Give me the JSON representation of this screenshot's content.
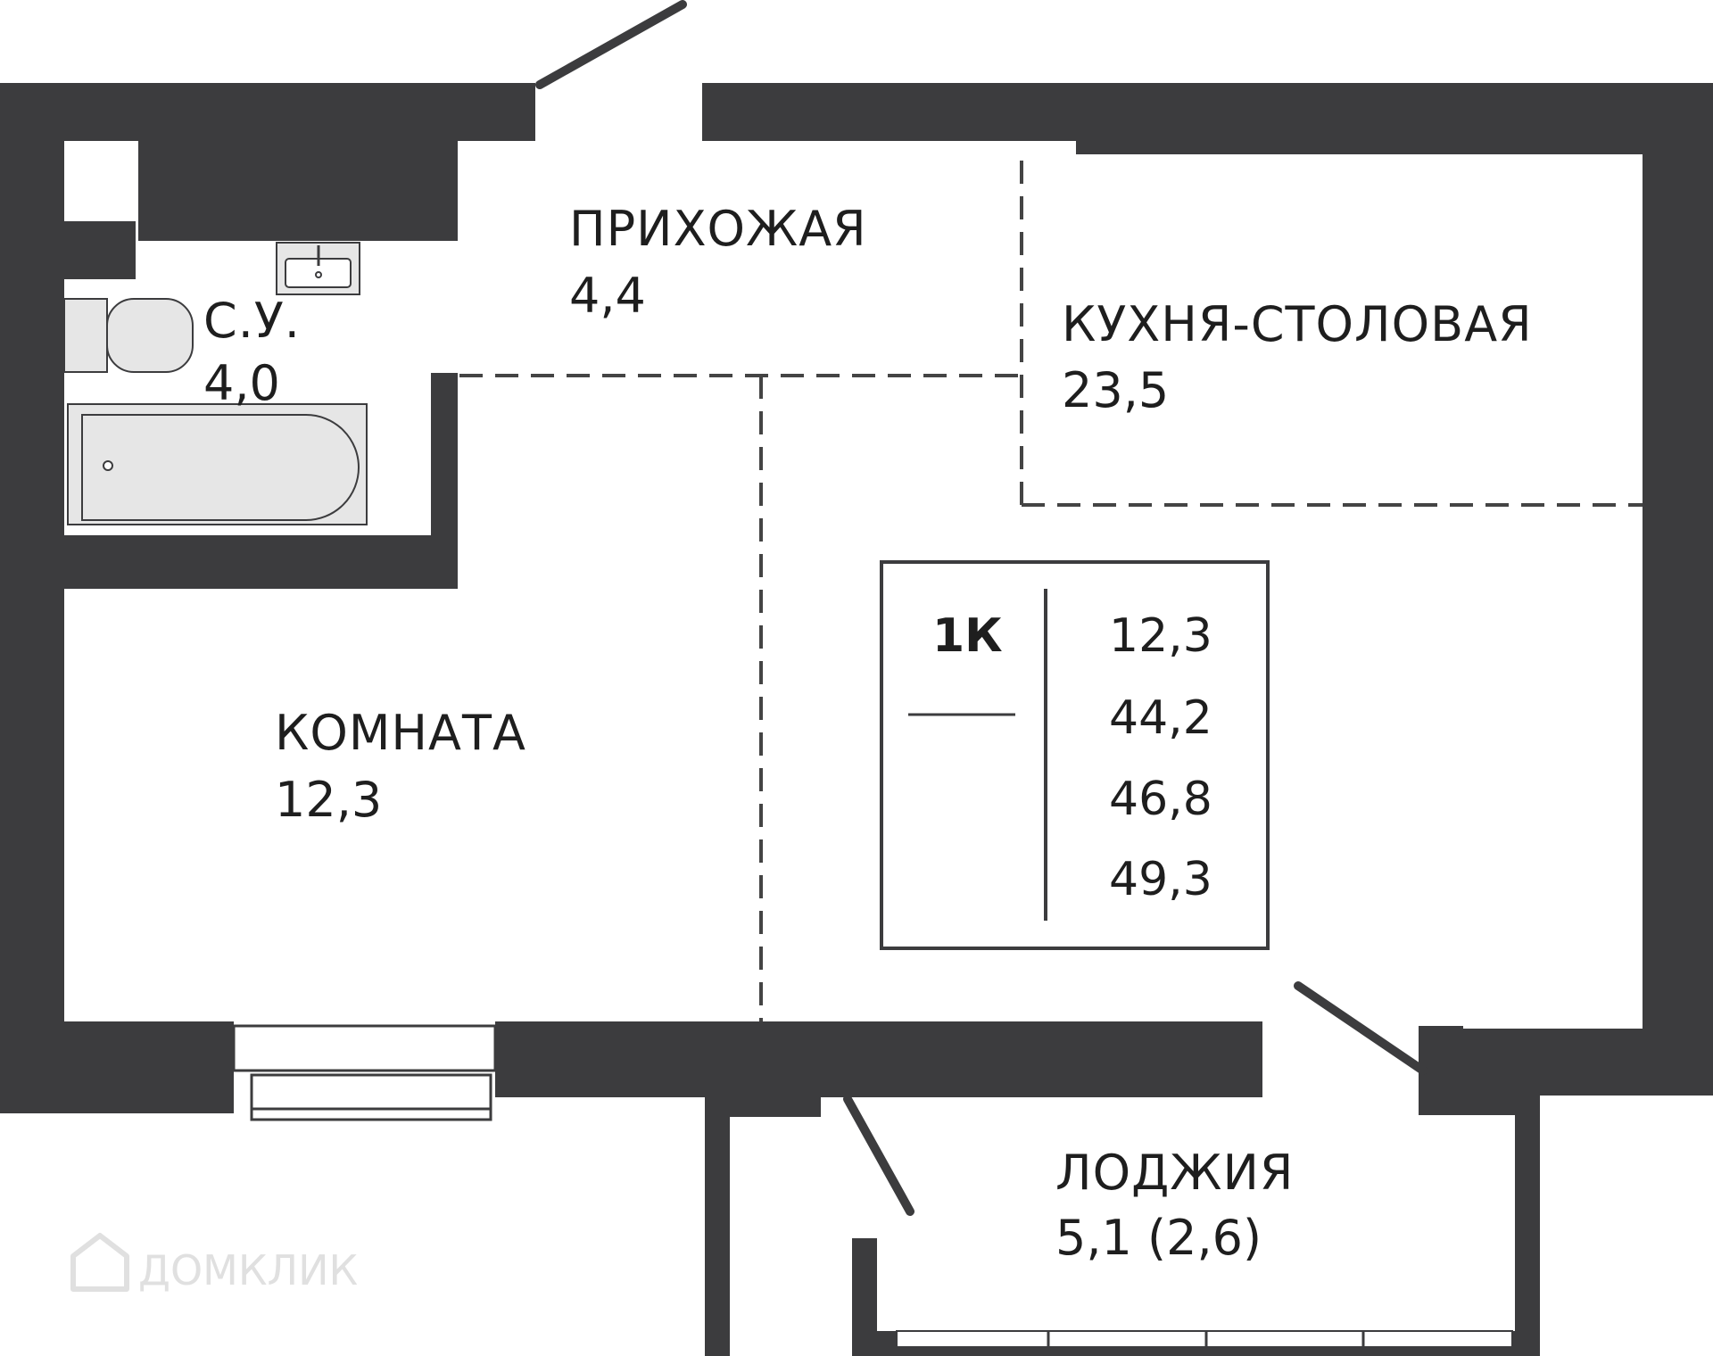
{
  "rooms": {
    "hallway": {
      "name": "ПРИХОЖАЯ",
      "area": "4,4"
    },
    "bathroom": {
      "name": "С.У.",
      "area": "4,0"
    },
    "kitchen": {
      "name": "КУХНЯ-СТОЛОВАЯ",
      "area": "23,5"
    },
    "room": {
      "name": "КОМНАТА",
      "area": "12,3"
    },
    "loggia": {
      "name": "ЛОДЖИЯ",
      "area": "5,1 (2,6)"
    }
  },
  "summary": {
    "type": "1К",
    "values": [
      "12,3",
      "44,2",
      "46,8",
      "49,3"
    ]
  },
  "watermark": {
    "text": "ДОМКЛИК",
    "icon": "house-icon"
  },
  "colors": {
    "wall": "#3c3c3e",
    "fixture": "#e6e6e6",
    "text": "#1e1e1e",
    "dash": "#444444"
  }
}
